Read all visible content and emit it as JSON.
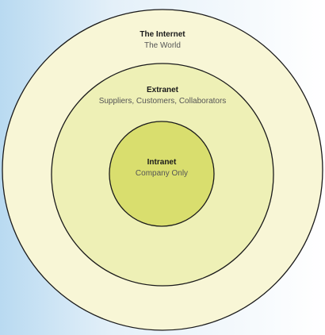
{
  "layers": {
    "internet": {
      "title": "The Internet",
      "subtitle": "The World",
      "color": "#f8f6d6"
    },
    "extranet": {
      "title": "Extranet",
      "subtitle": "Suppliers, Customers, Collaborators",
      "color": "#eef0b6"
    },
    "intranet": {
      "title": "Intranet",
      "subtitle": "Company Only",
      "color": "#d9de6e"
    }
  },
  "background": {
    "accent": "#cfe6f5"
  }
}
